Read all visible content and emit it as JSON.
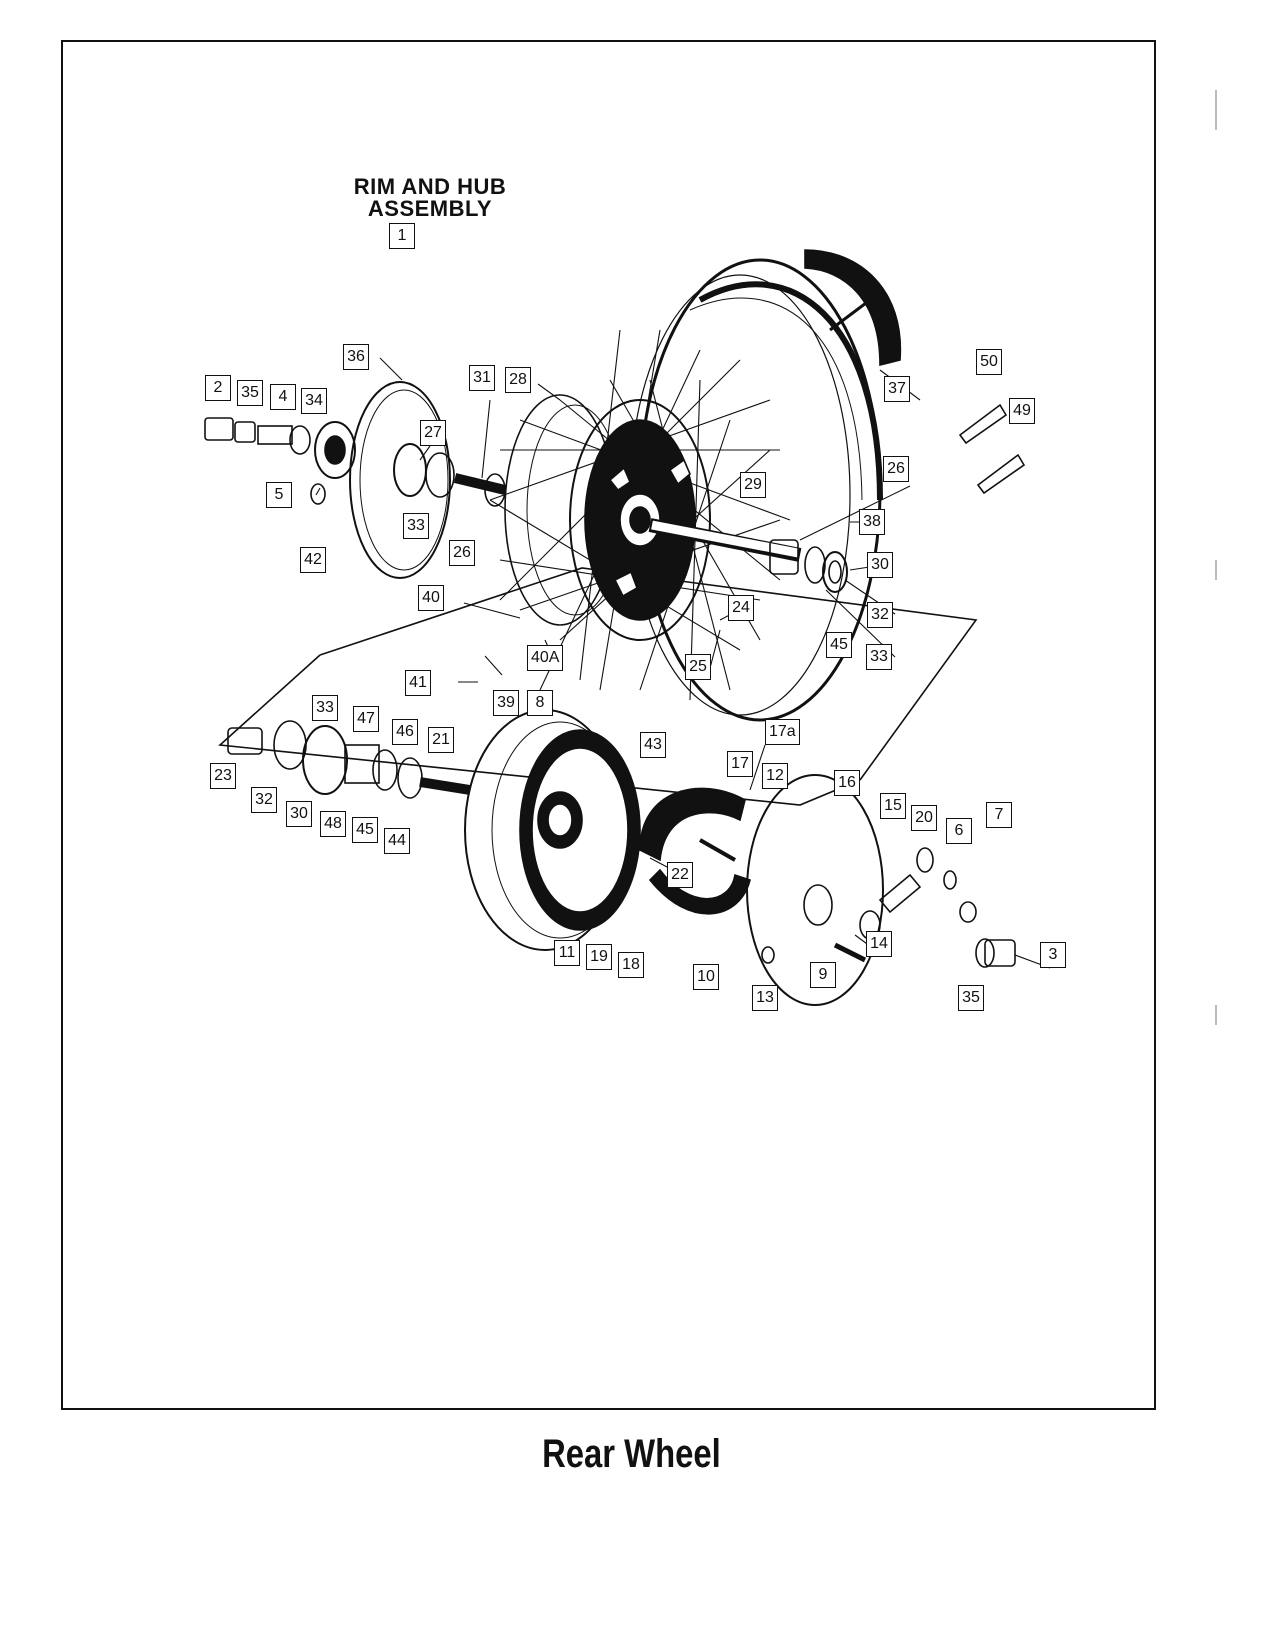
{
  "heading": {
    "line1": "RIM AND HUB",
    "line2": "ASSEMBLY"
  },
  "caption": "Rear Wheel",
  "callouts": [
    "1",
    "2",
    "35",
    "4",
    "34",
    "36",
    "27",
    "31",
    "28",
    "5",
    "33",
    "42",
    "26",
    "29",
    "26",
    "38",
    "30",
    "32",
    "33",
    "45",
    "24",
    "25",
    "40",
    "40A",
    "41",
    "39",
    "8",
    "43",
    "33",
    "47",
    "46",
    "21",
    "23",
    "32",
    "30",
    "48",
    "45",
    "44",
    "50",
    "49",
    "37",
    "17a",
    "17",
    "12",
    "16",
    "15",
    "20",
    "6",
    "7",
    "22",
    "14",
    "3",
    "9",
    "13",
    "10",
    "18",
    "19",
    "11",
    "35"
  ],
  "colors": {
    "ink": "#111111",
    "paper": "#ffffff"
  }
}
